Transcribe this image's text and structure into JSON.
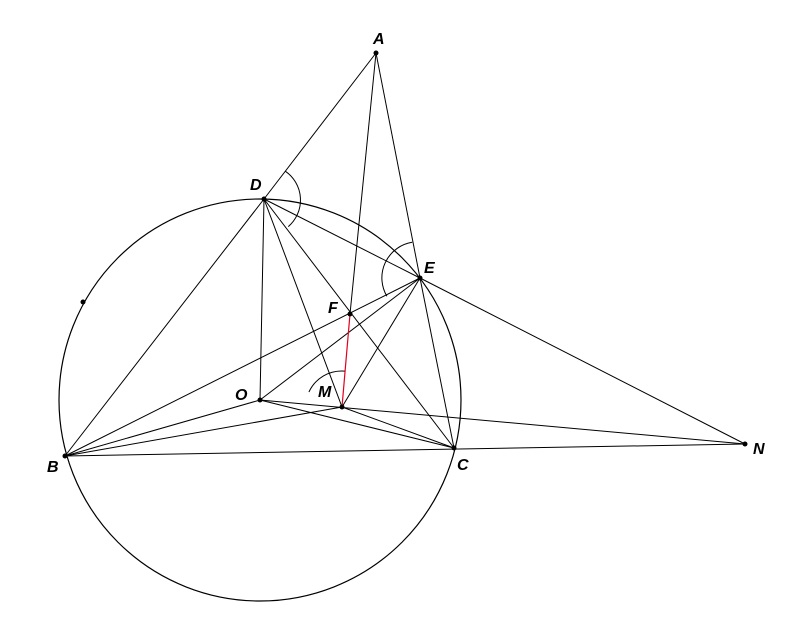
{
  "figure": {
    "labels": {
      "A": "A",
      "B": "B",
      "C": "C",
      "D": "D",
      "E": "E",
      "F": "F",
      "O": "O",
      "M": "M",
      "N": "N"
    },
    "colors": {
      "line": "#000000",
      "highlight": "#e0001b",
      "background": "#ffffff"
    }
  }
}
